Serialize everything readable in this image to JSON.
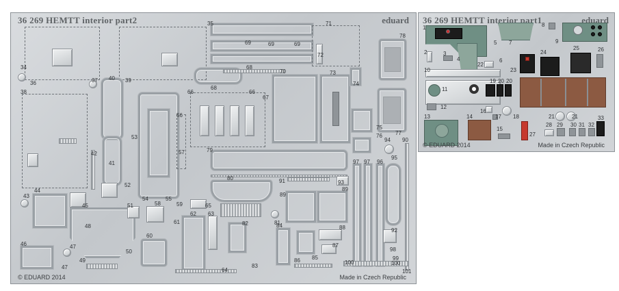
{
  "fret_left": {
    "title": "36 269   HEMTT interior   part2",
    "brand": "eduard",
    "copyright": "© EDUARD 2014",
    "made_in": "Made in Czech Republic"
  },
  "fret_right": {
    "title": "36 269   HEMTT interior   part1",
    "brand": "eduard",
    "copyright": "© EDUARD 2014",
    "made_in": "Made in Czech Republic"
  },
  "left_numbers": [
    "34",
    "35",
    "36",
    "37",
    "38",
    "39",
    "40",
    "41",
    "42",
    "43",
    "44",
    "45",
    "46",
    "47",
    "47",
    "48",
    "49",
    "50",
    "51",
    "52",
    "53",
    "54",
    "55",
    "56",
    "57",
    "58",
    "59",
    "60",
    "61",
    "62",
    "63",
    "64",
    "65",
    "66",
    "66",
    "67",
    "68",
    "68",
    "69",
    "69",
    "69",
    "70",
    "71",
    "72",
    "73",
    "74",
    "75",
    "76",
    "77",
    "78",
    "79",
    "80",
    "81",
    "82",
    "83",
    "84",
    "85",
    "86",
    "87",
    "88",
    "89",
    "89",
    "90",
    "91",
    "92",
    "93",
    "94",
    "95",
    "96",
    "97",
    "97",
    "98",
    "99",
    "100",
    "100",
    "101"
  ],
  "right_numbers": [
    "1",
    "2",
    "3",
    "4",
    "5",
    "6",
    "7",
    "8",
    "9",
    "10",
    "11",
    "12",
    "13",
    "14",
    "15",
    "16",
    "17",
    "18",
    "19",
    "20",
    "20",
    "21",
    "21",
    "22",
    "23",
    "24",
    "25",
    "26",
    "27",
    "28",
    "29",
    "30",
    "31",
    "32",
    "33"
  ],
  "colors": {
    "fret_metal": "#c8ccd0",
    "panel_green": "#6f8f84",
    "panel_brown": "#8c5a42",
    "panel_red": "#c63a2f",
    "panel_black": "#1c1c1c"
  }
}
